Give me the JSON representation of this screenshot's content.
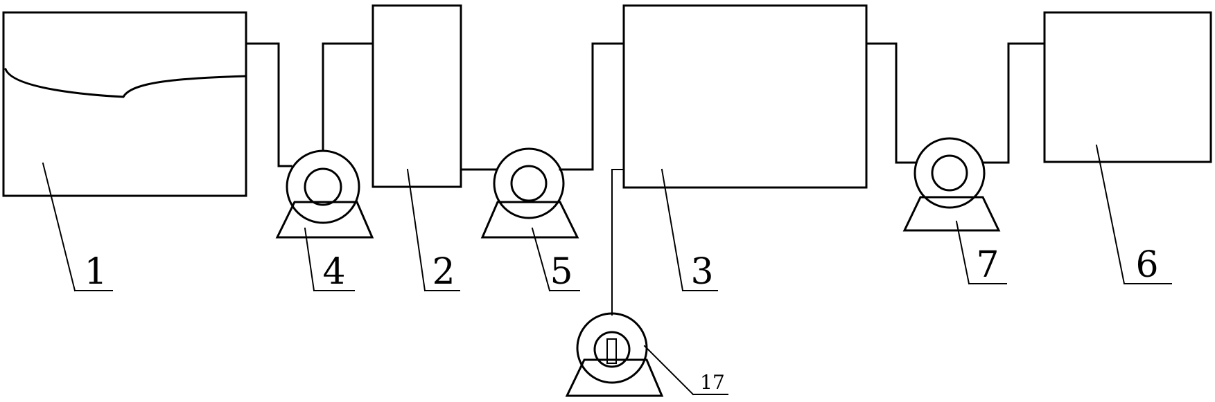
{
  "labels": {
    "tank1": "1",
    "tank2": "2",
    "tank3": "3",
    "tank6": "6",
    "pump4": "4",
    "pump5": "5",
    "pump7": "7",
    "pump17": "17"
  }
}
